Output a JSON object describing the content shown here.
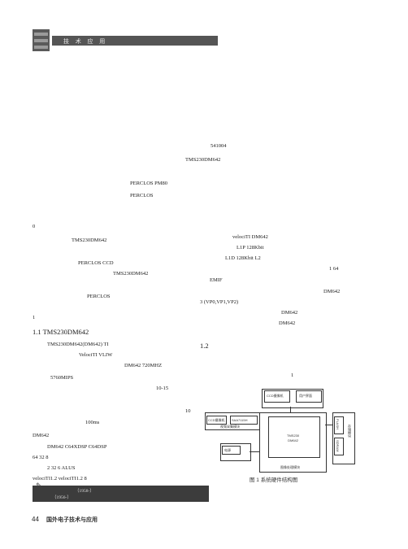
{
  "header": {
    "section_title": "技 术 应 用"
  },
  "left_column": {
    "lines": [
      "541004",
      "TMS230DM642",
      "PERCLOS    PM80",
      "PERCLOS",
      "0",
      "TMS230DM642",
      "PERCLOS                    CCD",
      "TMS230DM642",
      "PERCLOS",
      "1",
      "TMS230DM642(DM642)           TI",
      "VelociTI         VLIW",
      "DM642            720MHZ",
      "5760MIPS",
      "10-15",
      "10",
      "100ms",
      "DM642",
      "DM642         C64XDSP              C64DSP",
      "64     32                    8",
      "2          32                6     ALUS",
      "velociTI1.2            velociTI1.2               8"
    ],
    "heading_1_1": "1.1    TMS230DM642"
  },
  "right_column": {
    "lines": [
      "velociTI                  DM642",
      "L1P           128Kbit",
      "L1D          128Kbit                       L2",
      "1      64",
      "EMIF",
      "DM642",
      "3                      (VP0,VP1,VP2)",
      "DM642",
      "DM642"
    ],
    "heading_1_2": "1.2",
    "figure_ref": "1"
  },
  "diagram": {
    "top_left_box": "CCD摄像机",
    "top_right_box": "用户界面",
    "left_box_1": "CCD摄像机",
    "left_box_2": "SAA7115H",
    "left_group": "视频采集模块",
    "center_chip": "TMS230\nDM642",
    "right_box_1": "FLASH",
    "right_box_2": "SDRAM",
    "right_group": "存储模块",
    "bottom_left_box": "电源",
    "bottom_group": "图像处理模块",
    "caption": "图 1   系统硬件结构图"
  },
  "footer": {
    "note_line_1": "（1958-）",
    "note_line_2": "（1956-）",
    "page_number": "44",
    "journal": "国外电子技术与应用"
  }
}
